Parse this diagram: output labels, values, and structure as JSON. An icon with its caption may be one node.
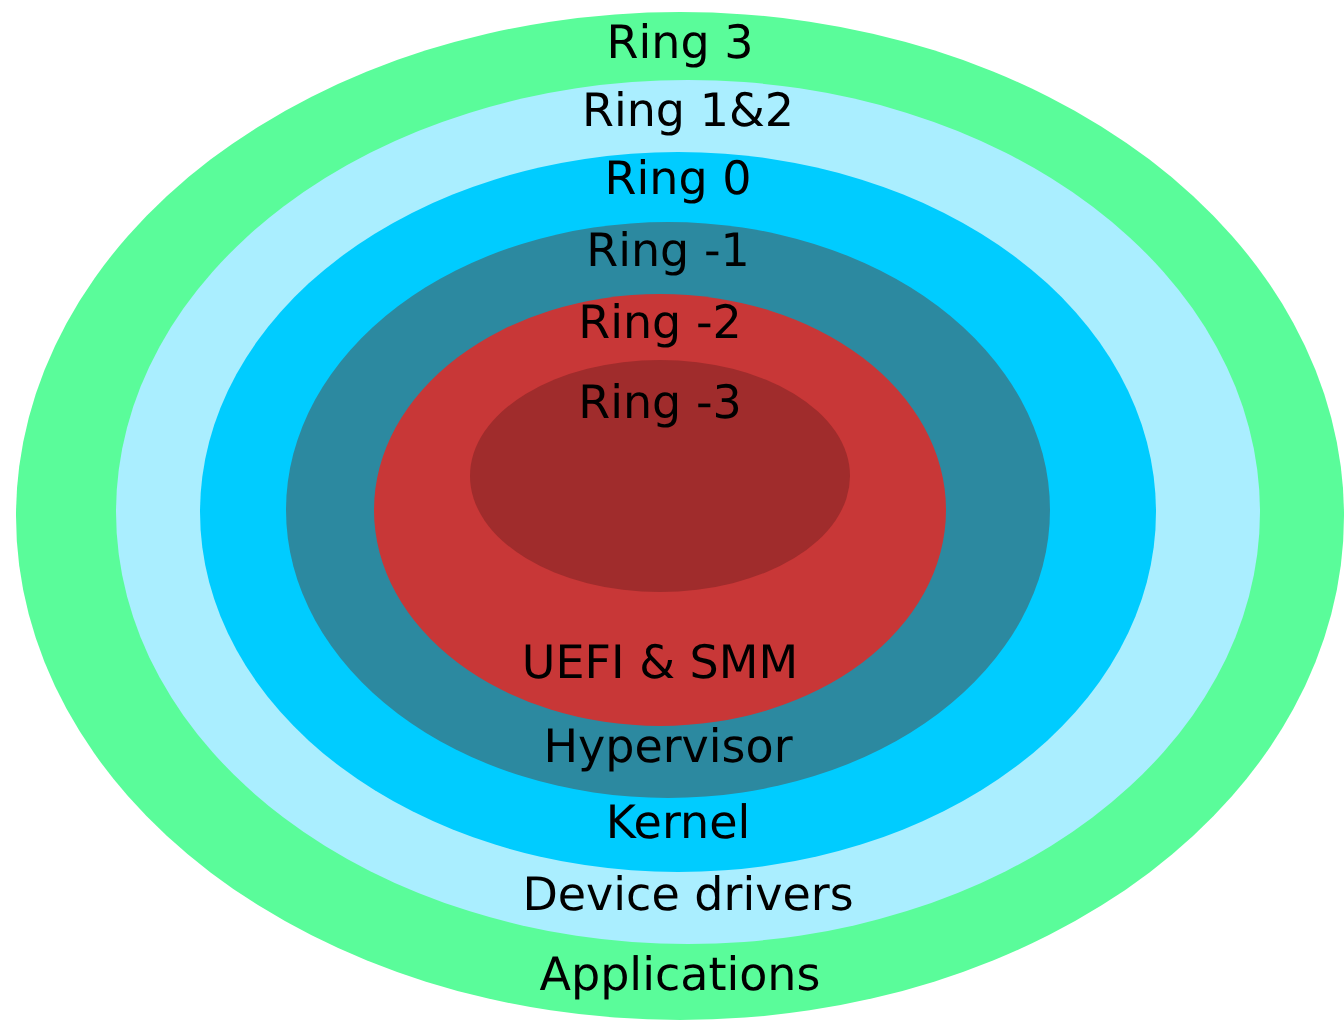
{
  "diagram": {
    "nodes": [
      {
        "text": [
          "Ring 3",
          "Applications"
        ]
      },
      {
        "text": [
          "Ring 1&2",
          "Device drivers"
        ],
        "in": 0
      },
      {
        "text": [
          "Ring 0",
          "Kernel"
        ],
        "in": 1
      },
      {
        "text": [
          "Ring -1",
          "Hypervisor"
        ],
        "in": 2
      },
      {
        "text": [
          "Ring -2",
          "UEFI & SMM"
        ],
        "in": 3
      },
      {
        "text": [
          "Ring -3"
        ],
        "in": 4
      }
    ],
    "edges": []
  }
}
